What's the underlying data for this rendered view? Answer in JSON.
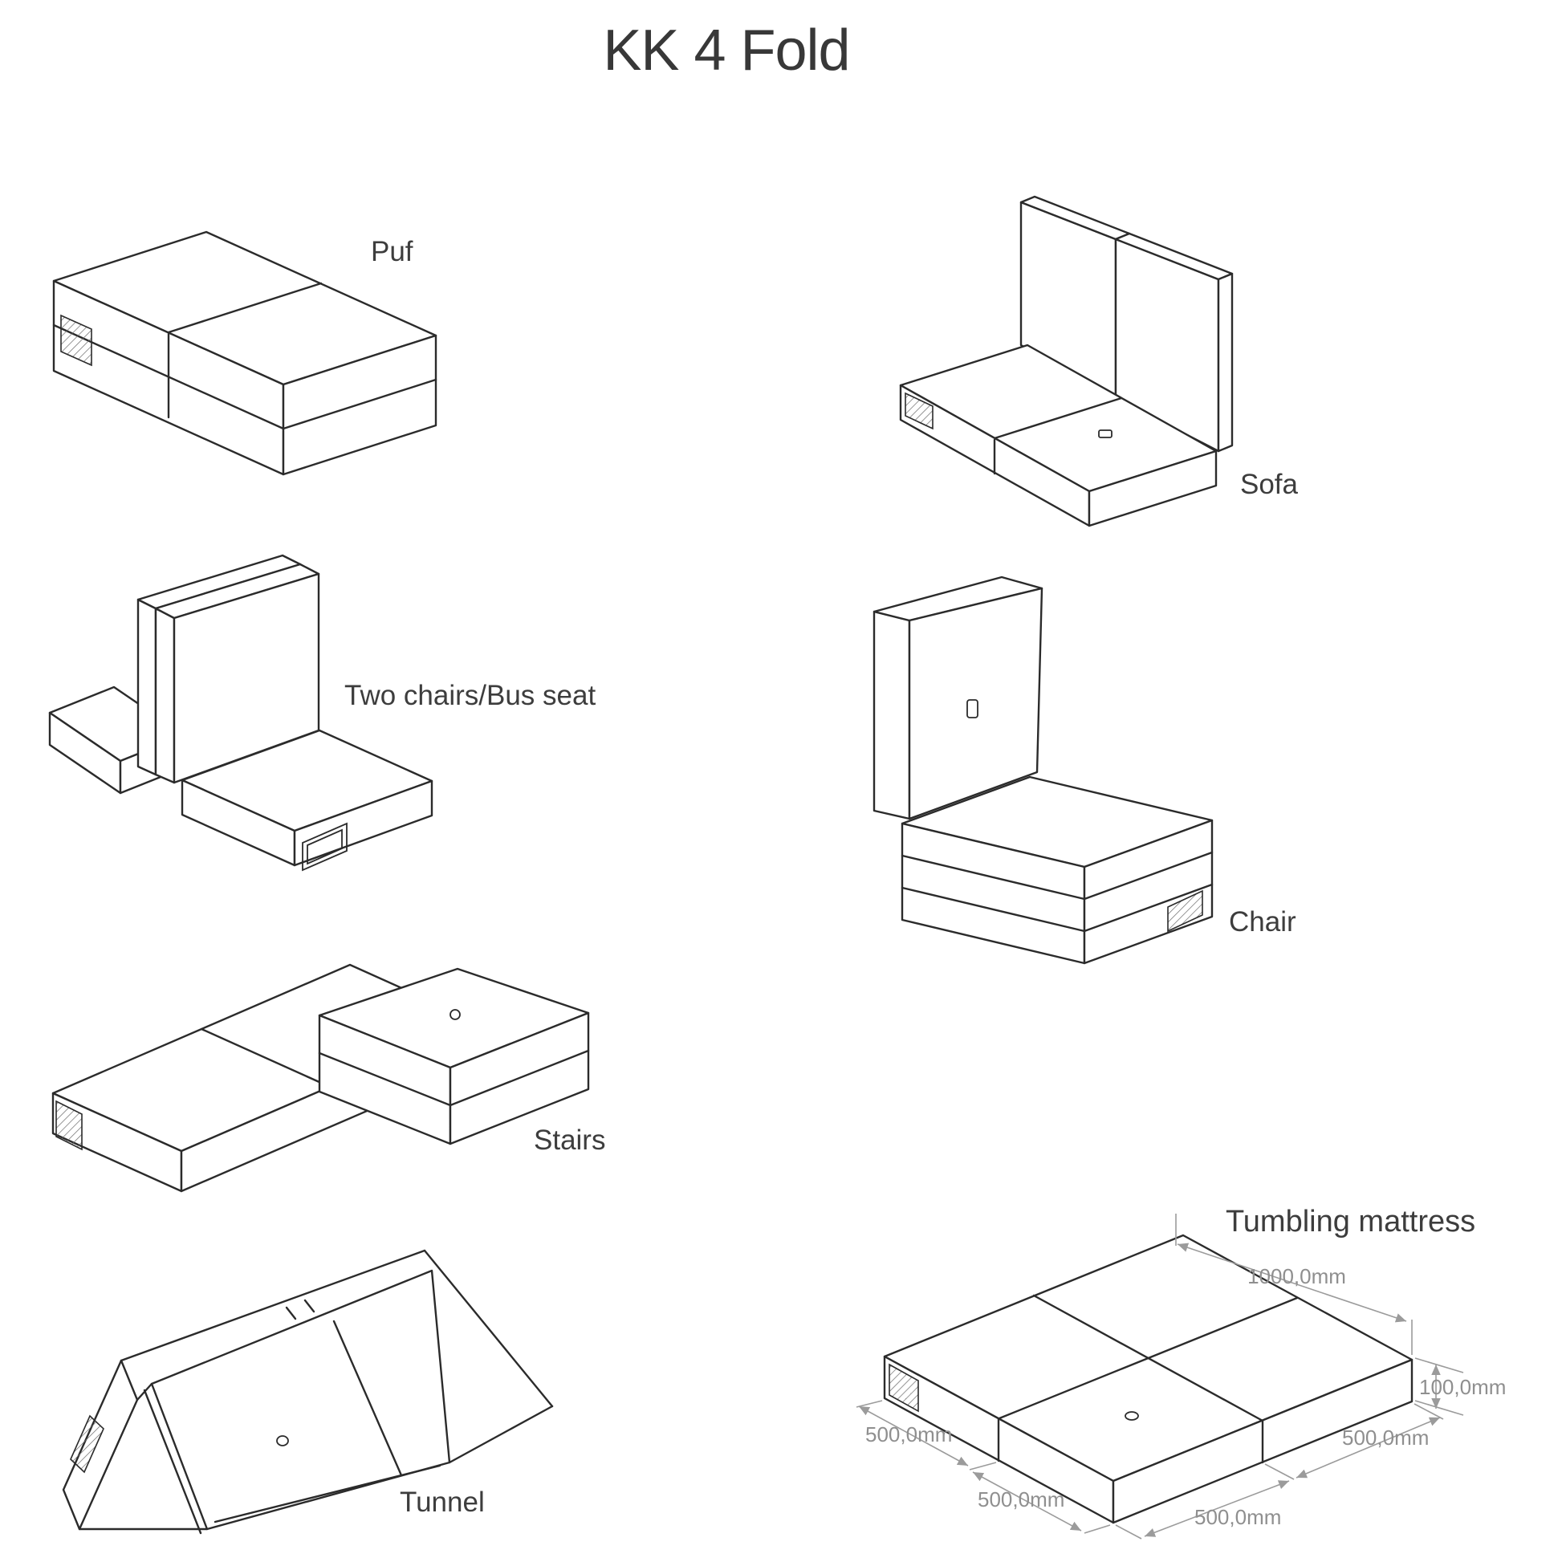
{
  "page": {
    "title": "KK 4 Fold",
    "background_color": "#ffffff",
    "line_color": "#2b2b2b",
    "dimension_color": "#8f8f8f"
  },
  "figures": [
    {
      "id": "puf",
      "label": "Puf"
    },
    {
      "id": "sofa",
      "label": "Sofa"
    },
    {
      "id": "bus-seat",
      "label": "Two chairs/Bus seat"
    },
    {
      "id": "chair",
      "label": "Chair"
    },
    {
      "id": "stairs",
      "label": "Stairs"
    },
    {
      "id": "tunnel",
      "label": "Tunnel"
    },
    {
      "id": "tumbling-mattress",
      "label": "Tumbling mattress"
    }
  ],
  "dimensions": {
    "length_total": "1000,0mm",
    "thickness": "100,0mm",
    "segment_left": "500,0mm",
    "segment_bottom_left": "500,0mm",
    "segment_bottom_right": "500,0mm",
    "segment_right": "500,0mm"
  },
  "icons": {
    "handle": "hatched-grab-handle",
    "button": "snap-button"
  }
}
